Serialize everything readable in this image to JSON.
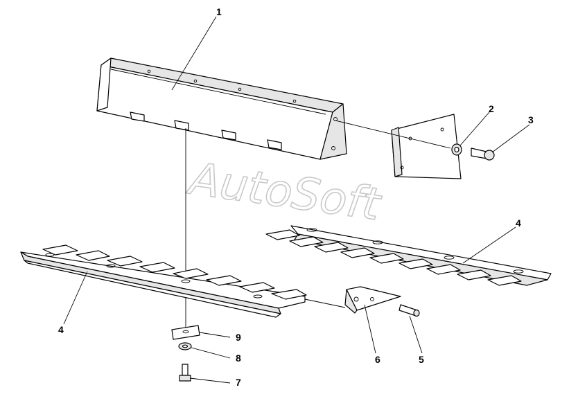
{
  "watermark": "AutoSoft",
  "callouts": [
    {
      "id": "c1",
      "label": "1"
    },
    {
      "id": "c2",
      "label": "2"
    },
    {
      "id": "c3",
      "label": "3"
    },
    {
      "id": "c4a",
      "label": "4"
    },
    {
      "id": "c4b",
      "label": "4"
    },
    {
      "id": "c5",
      "label": "5"
    },
    {
      "id": "c6",
      "label": "6"
    },
    {
      "id": "c7",
      "label": "7"
    },
    {
      "id": "c8",
      "label": "8"
    },
    {
      "id": "c9",
      "label": "9"
    }
  ]
}
